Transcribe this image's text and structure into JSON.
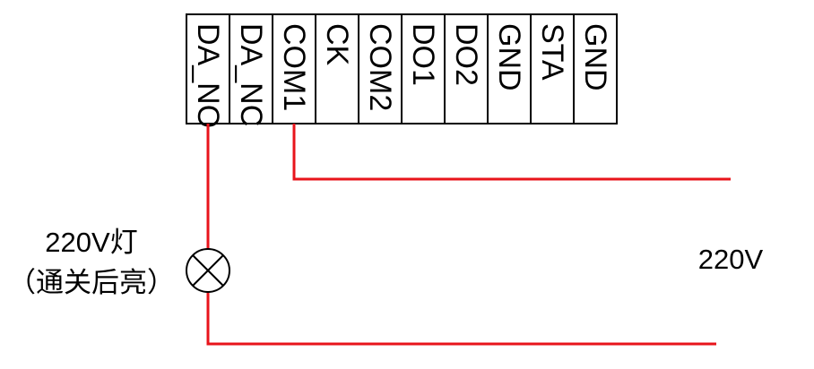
{
  "terminal_block": {
    "terminals": [
      "DA_NO",
      "DA_NC",
      "COM1",
      "CK",
      "COM2",
      "DO1",
      "DO2",
      "GND",
      "STA",
      "GND"
    ]
  },
  "lamp": {
    "label_line1": "220V灯",
    "label_line2": "（通关后亮）",
    "icon": "lamp-x-circle-icon"
  },
  "supply": {
    "label": "220V"
  },
  "colors": {
    "wire": "#e8141b",
    "outline": "#000000",
    "background": "#ffffff"
  }
}
